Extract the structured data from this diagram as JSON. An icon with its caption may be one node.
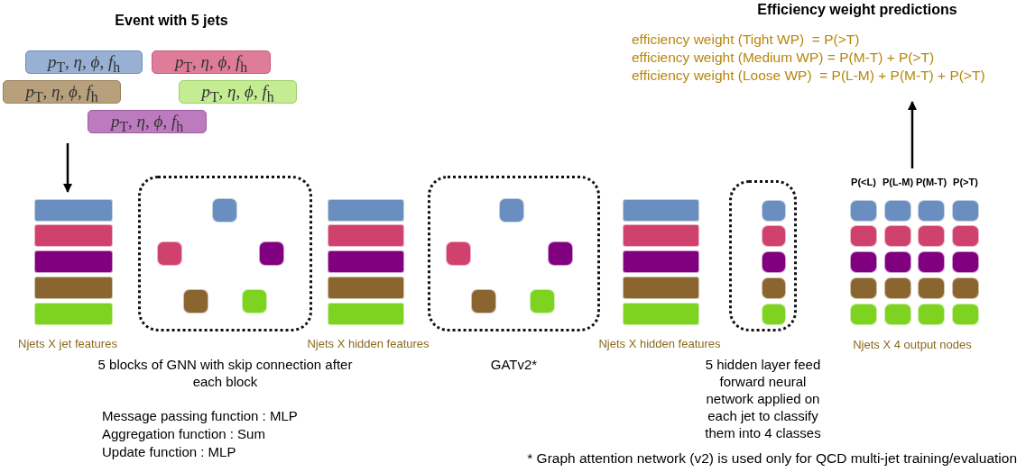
{
  "diagram": {
    "nodes": [
      {
        "text": [
          "Event with 5 jets"
        ]
      },
      {
        "text": [
          "*p*$_{T}$, *η*, *ϕ*, *f*$_{h}$"
        ],
        "in": 0
      },
      {
        "text": [
          "*p*$_{T}$, *η*, *ϕ*, *f*$_{h}$"
        ],
        "in": 0
      },
      {
        "text": [
          "*p*$_{T}$, *η*, *ϕ*, *f*$_{h}$"
        ],
        "in": 0
      },
      {
        "text": [
          "*p*$_{T}$, *η*, *ϕ*, *f*$_{h}$"
        ],
        "in": 0
      },
      {
        "text": [
          "*p*$_{T}$, *η*, *ϕ*, *f*$_{h}$"
        ],
        "in": 0
      },
      {
        "text": [
          "Njets X jet features"
        ]
      },
      {
        "text": [],
        "shape": "bar",
        "in": 6
      },
      {
        "text": [],
        "shape": "bar",
        "in": 6
      },
      {
        "text": [],
        "shape": "bar",
        "in": 6
      },
      {
        "text": [],
        "shape": "bar",
        "in": 6
      },
      {
        "text": [],
        "shape": "bar",
        "in": 6
      },
      {
        "text": [
          "5 blocks of GNN with skip connection after each block"
        ],
        "beside": [
          "Message passing function : MLP",
          "Aggregation function : Sum",
          "Update function : MLP"
        ]
      },
      {
        "text": [],
        "shape": "box",
        "in": 12
      },
      {
        "text": [],
        "shape": "box",
        "in": 12
      },
      {
        "text": [],
        "shape": "box",
        "in": 12
      },
      {
        "text": [],
        "shape": "box",
        "in": 12
      },
      {
        "text": [],
        "shape": "box",
        "in": 12
      },
      {
        "text": [
          "Njets X hidden features"
        ]
      },
      {
        "text": [],
        "shape": "bar",
        "in": 18
      },
      {
        "text": [],
        "shape": "bar",
        "in": 18
      },
      {
        "text": [],
        "shape": "bar",
        "in": 18
      },
      {
        "text": [],
        "shape": "bar",
        "in": 18
      },
      {
        "text": [],
        "shape": "bar",
        "in": 18
      },
      {
        "text": [
          "GATv2*"
        ]
      },
      {
        "text": [],
        "shape": "box",
        "in": 24
      },
      {
        "text": [],
        "shape": "box",
        "in": 24
      },
      {
        "text": [],
        "shape": "box",
        "in": 24
      },
      {
        "text": [],
        "shape": "box",
        "in": 24
      },
      {
        "text": [],
        "shape": "box",
        "in": 24
      },
      {
        "text": [
          "Njets X hidden features"
        ]
      },
      {
        "text": [],
        "shape": "bar",
        "in": 30
      },
      {
        "text": [],
        "shape": "bar",
        "in": 30
      },
      {
        "text": [],
        "shape": "bar",
        "in": 30
      },
      {
        "text": [],
        "shape": "bar",
        "in": 30
      },
      {
        "text": [],
        "shape": "bar",
        "in": 30
      },
      {
        "text": [
          "5 hidden layer feed forward neural network applied on each jet to classify them into 4 classes"
        ]
      },
      {
        "text": [],
        "shape": "box",
        "in": 36
      },
      {
        "text": [],
        "shape": "box",
        "in": 36
      },
      {
        "text": [],
        "shape": "box",
        "in": 36
      },
      {
        "text": [],
        "shape": "box",
        "in": 36
      },
      {
        "text": [],
        "shape": "box",
        "in": 36
      },
      {
        "text": [
          "Njets X 4 output nodes"
        ]
      },
      {
        "text": [
          "P(<L)"
        ],
        "in": 42
      },
      {
        "text": [],
        "shape": "box",
        "in": 43
      },
      {
        "text": [],
        "shape": "box",
        "in": 43
      },
      {
        "text": [],
        "shape": "box",
        "in": 43
      },
      {
        "text": [],
        "shape": "box",
        "in": 43
      },
      {
        "text": [],
        "shape": "box",
        "in": 43
      },
      {
        "text": [
          "P(L-M)"
        ],
        "in": 42
      },
      {
        "text": [],
        "shape": "box",
        "in": 49
      },
      {
        "text": [],
        "shape": "box",
        "in": 49
      },
      {
        "text": [],
        "shape": "box",
        "in": 49
      },
      {
        "text": [],
        "shape": "box",
        "in": 49
      },
      {
        "text": [],
        "shape": "box",
        "in": 49
      },
      {
        "text": [
          "P(M-T)"
        ],
        "in": 42
      },
      {
        "text": [],
        "shape": "box",
        "in": 55
      },
      {
        "text": [],
        "shape": "box",
        "in": 55
      },
      {
        "text": [],
        "shape": "box",
        "in": 55
      },
      {
        "text": [],
        "shape": "box",
        "in": 55
      },
      {
        "text": [],
        "shape": "box",
        "in": 55
      },
      {
        "text": [
          "P(>T)"
        ],
        "in": 42
      },
      {
        "text": [],
        "shape": "box",
        "in": 61
      },
      {
        "text": [],
        "shape": "box",
        "in": 61
      },
      {
        "text": [],
        "shape": "box",
        "in": 61
      },
      {
        "text": [],
        "shape": "box",
        "in": 61
      },
      {
        "text": [],
        "shape": "box",
        "in": 61
      },
      {
        "text": [
          "Efficiency weight predictions",
          "efficiency weight (Tight WP)  = P(>T)",
          "efficiency weight (Medium WP) = P(M-T) + P(>T)",
          "efficiency weight (Loose WP)  = P(L-M) + P(M-T) + P(>T)"
        ]
      }
    ],
    "edges": [
      {
        "from": 0,
        "to": 6,
        "arrow": "to"
      },
      {
        "from": 42,
        "to": 67,
        "arrow": "to"
      }
    ],
    "labels": [
      "* Graph attention network (v2) is used only for QCD multi-jet training/evaluation"
    ]
  }
}
